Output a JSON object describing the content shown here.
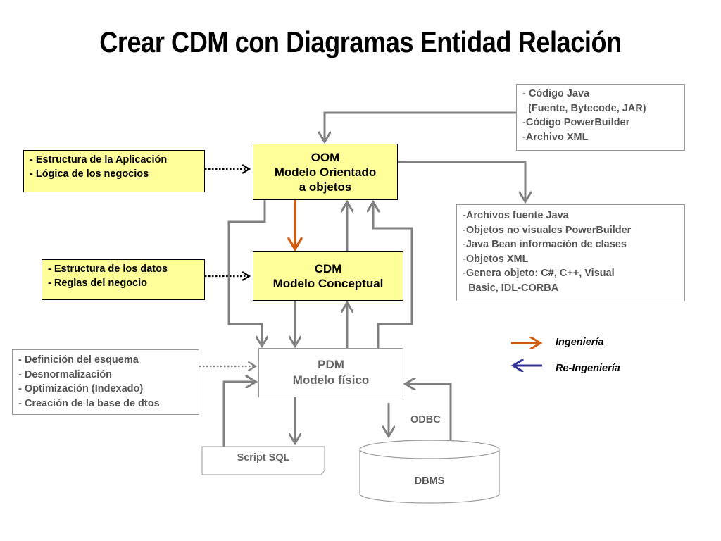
{
  "title": "Crear CDM con Diagramas Entidad Relación",
  "oom": {
    "line1": "OOM",
    "line2": "Modelo Orientado",
    "line3": "a objetos"
  },
  "cdm": {
    "line1": "CDM",
    "line2": "Modelo Conceptual"
  },
  "pdm": {
    "line1": "PDM",
    "line2": "Modelo físico"
  },
  "app_note": [
    "- Estructura de la Aplicación",
    "- Lógica de los negocios"
  ],
  "data_note": [
    "- Estructura de los datos",
    "- Reglas del negocio"
  ],
  "schema_note": [
    "- Definición del esquema",
    "- Desnormalización",
    "- Optimización (Indexado)",
    "- Creación de la base de dtos"
  ],
  "code_note": [
    {
      "dash": "- ",
      "text": "Código Java"
    },
    {
      "dash": "  ",
      "text": "(Fuente, Bytecode, JAR)"
    },
    {
      "dash": "-",
      "text": "Código PowerBuilder"
    },
    {
      "dash": "-",
      "text": "Archivo XML"
    }
  ],
  "output_note": [
    {
      "dash": "-",
      "text": "Archivos fuente Java"
    },
    {
      "dash": "-",
      "text": "Objetos no visuales PowerBuilder"
    },
    {
      "dash": "-",
      "text": "Java Bean información de clases"
    },
    {
      "dash": "-",
      "text": "Objetos XML"
    },
    {
      "dash": "-",
      "text": "Genera objeto: C#, C++, Visual"
    },
    {
      "dash": "  ",
      "text": "Basic, IDL-CORBA"
    }
  ],
  "legend": {
    "engineering": "Ingeniería",
    "reengineering": "Re-Ingeniería"
  },
  "script_sql": "Script SQL",
  "odbc": "ODBC",
  "dbms": "DBMS",
  "colors": {
    "engineering": "#d05a10",
    "reengineering": "#333399",
    "connector": "#808080",
    "box_fill": "#ffff99"
  }
}
